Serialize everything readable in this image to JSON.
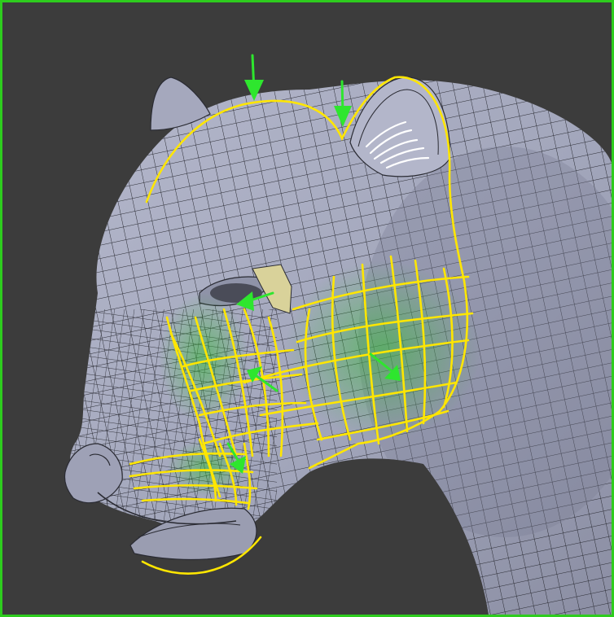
{
  "image": {
    "subject": "wireframe-panther-head",
    "colors": {
      "frame_border": "#2ecc1e",
      "background": "#3c3c3c",
      "mesh_fill": "#a9adc2",
      "mesh_shadow": "#7c7f94",
      "mesh_line": "#2a2b33",
      "flow_lines": "#ffe600",
      "arrows": "#2ee62e",
      "muscle_glow": "#33bb33",
      "ear_hair": "#ffffff",
      "eye_socket": "#d9d29a"
    },
    "annotations": {
      "yellow_flow_lines": "muscle-flow-curves",
      "green_arrows": "attention-arrows",
      "green_regions": "cheek-muscle-highlights"
    }
  }
}
